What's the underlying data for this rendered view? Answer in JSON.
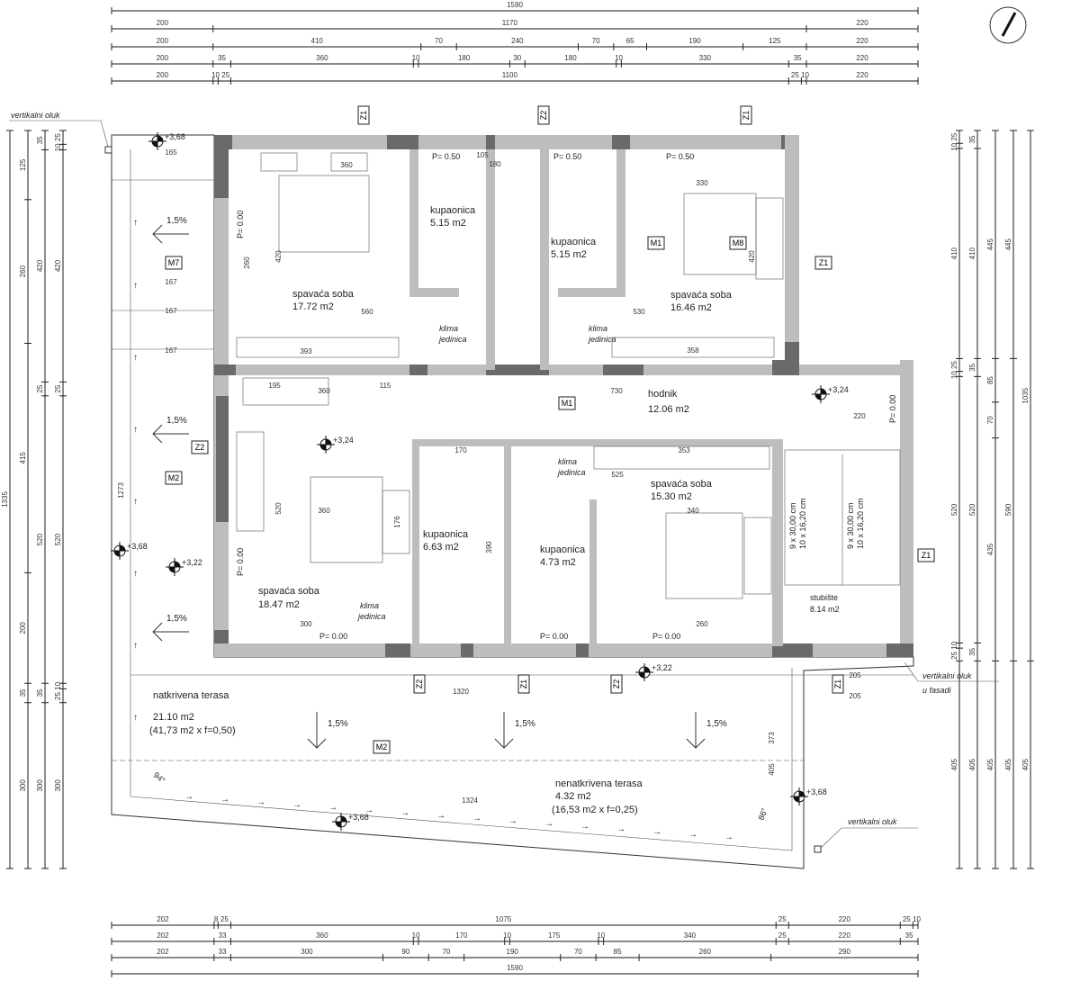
{
  "dimensions": {
    "top": [
      [
        1590
      ],
      [
        200,
        1170,
        220
      ],
      [
        200,
        410,
        70,
        240,
        70,
        65,
        190,
        125,
        220
      ],
      [
        200,
        35,
        360,
        10,
        180,
        30,
        180,
        10,
        330,
        35,
        220
      ],
      [
        200,
        10,
        25,
        1100,
        25,
        10,
        220
      ]
    ],
    "bottom": [
      [
        202,
        8,
        25,
        1075,
        25,
        220,
        25,
        10
      ],
      [
        202,
        33,
        360,
        10,
        170,
        10,
        175,
        10,
        340,
        25,
        220,
        35
      ],
      [
        202,
        33,
        300,
        90,
        70,
        190,
        70,
        85,
        260,
        290
      ],
      [
        1590
      ]
    ],
    "left": [
      [
        1335
      ],
      [
        125,
        260,
        415,
        200,
        35,
        300
      ],
      [
        35,
        420,
        25,
        520,
        35,
        300
      ],
      [
        25,
        10,
        420,
        25,
        520,
        10,
        25,
        300
      ]
    ],
    "right": [
      [
        25,
        10,
        410,
        25,
        10,
        520,
        10,
        25,
        405
      ],
      [
        35,
        410,
        35,
        520,
        35,
        405
      ],
      [
        445,
        85,
        70,
        435,
        405
      ],
      [
        445,
        590,
        405
      ],
      [
        1035,
        405
      ]
    ]
  },
  "rooms": [
    {
      "name": "spavaća soba",
      "area": "17.72 m2"
    },
    {
      "name": "kupaonica",
      "area": "5.15 m2"
    },
    {
      "name": "kupaonica",
      "area": "5.15 m2"
    },
    {
      "name": "spavaća soba",
      "area": "16.46 m2"
    },
    {
      "name": "hodnik",
      "area": "12.06 m2"
    },
    {
      "name": "spavaća soba",
      "area": "18.47 m2"
    },
    {
      "name": "kupaonica",
      "area": "6.63 m2"
    },
    {
      "name": "kupaonica",
      "area": "4.73 m2"
    },
    {
      "name": "spavaća soba",
      "area": "15.30 m2"
    },
    {
      "name": "stubište",
      "area": "8.14 m2"
    }
  ],
  "terraces": [
    {
      "name": "natkrivena terasa",
      "area": "21.10 m2",
      "calc": "(41,73 m2 x f=0,50)"
    },
    {
      "name": "nenatkrivena terasa",
      "area": "4.32 m2",
      "calc": "(16,53 m2 x f=0,25)"
    }
  ],
  "levels": [
    "+3,68",
    "+3,24",
    "+3,24",
    "+3,68",
    "+3,22",
    "+3,22",
    "+3,68",
    "+3,68"
  ],
  "slopes": [
    "1,5%",
    "1,5%",
    "1,5%",
    "1,5%",
    "1,5%",
    "1,5%"
  ],
  "tags": [
    "Z1",
    "Z2",
    "Z1",
    "M7",
    "M1",
    "M8",
    "Z1",
    "M1",
    "Z2",
    "M2",
    "Z1",
    "Z2",
    "Z1",
    "Z2",
    "Z1",
    "M2"
  ],
  "notes": {
    "gutter": "vertikalni oluk",
    "gutter_facade_1": "vertikalni oluk",
    "gutter_facade_2": "u fasadi",
    "gutter_2": "vertikalni oluk",
    "ac": "klima",
    "ac2": "jedinica"
  },
  "parapets": [
    "P= 0.50",
    "P= 0.50",
    "P= 0.50",
    "P= 0.00",
    "P= 0.00",
    "P= 0.00",
    "P= 0.00",
    "P= 0.00",
    "P= 0.00"
  ],
  "stairs": {
    "line1": "9 x 30,00 cm",
    "line2": "10 x 16,20 cm"
  },
  "angles": [
    "94°",
    "86°"
  ],
  "inner_dims": [
    "165",
    "360",
    "167",
    "167",
    "167",
    "393",
    "560",
    "530",
    "358",
    "730",
    "360",
    "360",
    "1320",
    "1324",
    "220",
    "205",
    "205",
    "420",
    "520",
    "420",
    "330",
    "180",
    "105",
    "170",
    "353",
    "525",
    "340",
    "300",
    "260",
    "260",
    "373",
    "405",
    "1273",
    "195",
    "115",
    "390",
    "176"
  ]
}
